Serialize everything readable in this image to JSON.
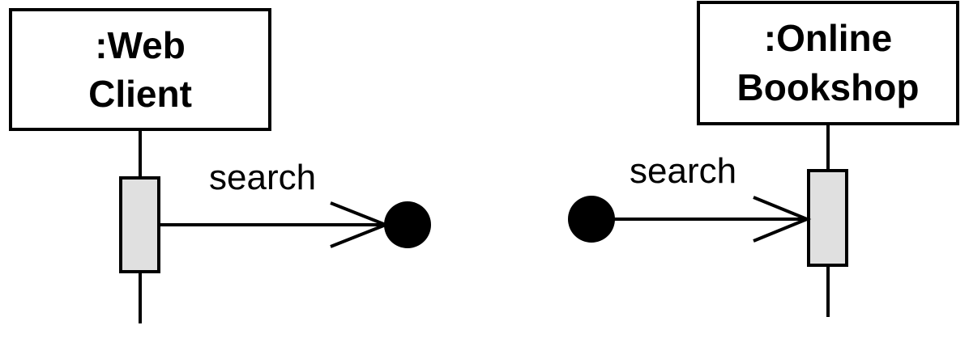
{
  "lifelines": [
    {
      "name_line1": ":Web",
      "name_line2": "Client"
    },
    {
      "name_line1": ":Online",
      "name_line2": "Bookshop"
    }
  ],
  "messages": [
    {
      "label": "search",
      "kind": "lost"
    },
    {
      "label": "search",
      "kind": "found"
    }
  ],
  "colors": {
    "line": "#000000",
    "box_fill": "#ffffff",
    "activation_fill": "#e0e0e0",
    "endpoint": "#000000"
  }
}
